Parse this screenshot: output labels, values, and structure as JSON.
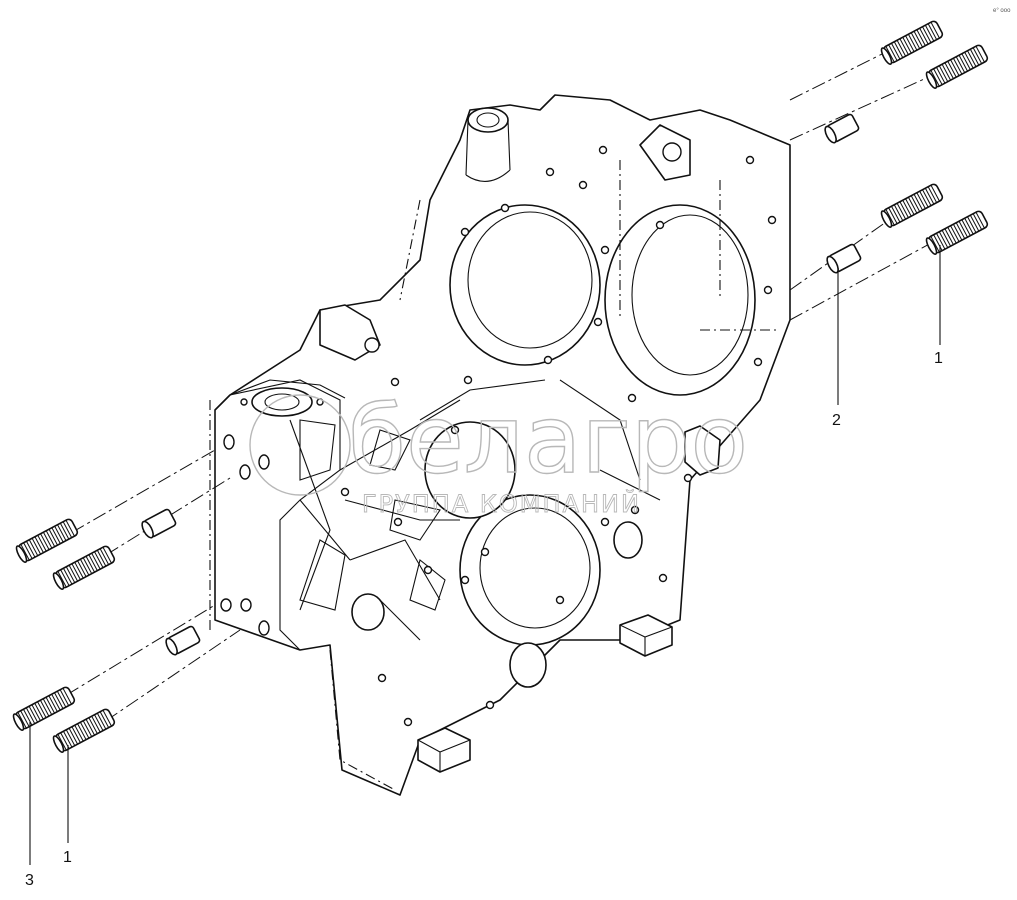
{
  "watermark": {
    "brand": "белагро",
    "subtitle": "ГРУППА КОМПАНИЙ"
  },
  "corner_mark": "e° ooo",
  "callouts": [
    {
      "id": "callout-1-right",
      "label": "1"
    },
    {
      "id": "callout-2",
      "label": "2"
    },
    {
      "id": "callout-3",
      "label": "3"
    },
    {
      "id": "callout-1-left",
      "label": "1"
    }
  ]
}
